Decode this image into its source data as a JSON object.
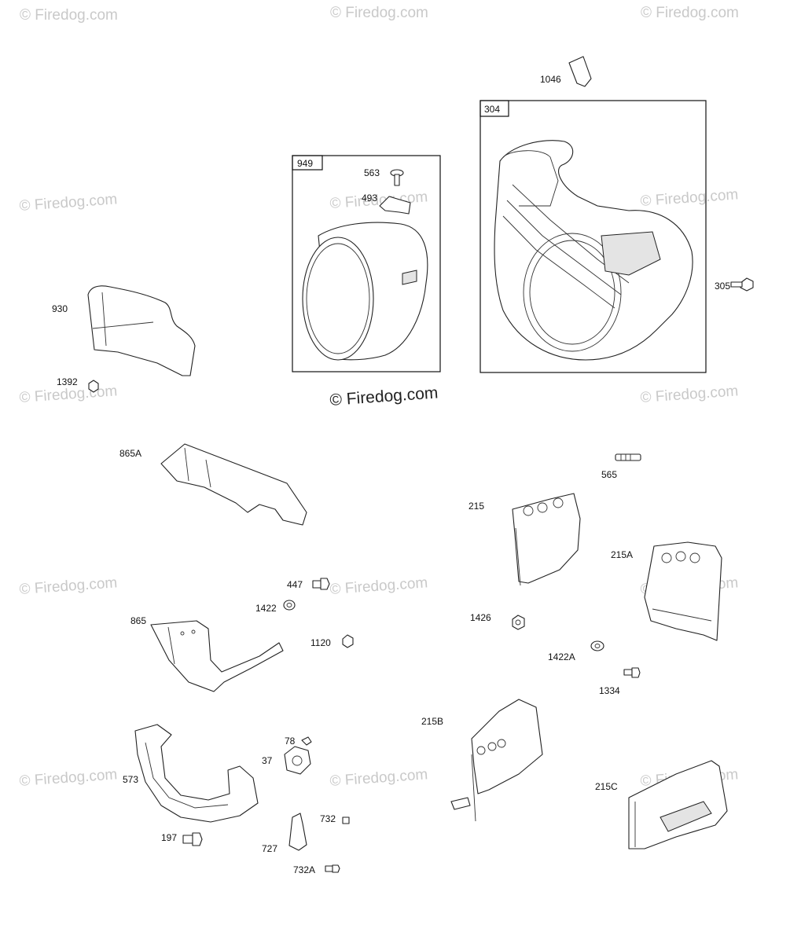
{
  "watermark": {
    "text": "© Firedog.com",
    "main_text": "© Firedog.com"
  },
  "boxes": [
    {
      "id": "949"
    },
    {
      "id": "304"
    }
  ],
  "parts": [
    {
      "id": "1046"
    },
    {
      "id": "304"
    },
    {
      "id": "949"
    },
    {
      "id": "563"
    },
    {
      "id": "493"
    },
    {
      "id": "305"
    },
    {
      "id": "930"
    },
    {
      "id": "1392"
    },
    {
      "id": "865A"
    },
    {
      "id": "565"
    },
    {
      "id": "215"
    },
    {
      "id": "215A"
    },
    {
      "id": "447"
    },
    {
      "id": "1422"
    },
    {
      "id": "865"
    },
    {
      "id": "1120"
    },
    {
      "id": "1426"
    },
    {
      "id": "1422A"
    },
    {
      "id": "1334"
    },
    {
      "id": "215B"
    },
    {
      "id": "78"
    },
    {
      "id": "37"
    },
    {
      "id": "573"
    },
    {
      "id": "215C"
    },
    {
      "id": "732"
    },
    {
      "id": "727"
    },
    {
      "id": "197"
    },
    {
      "id": "732A"
    }
  ]
}
